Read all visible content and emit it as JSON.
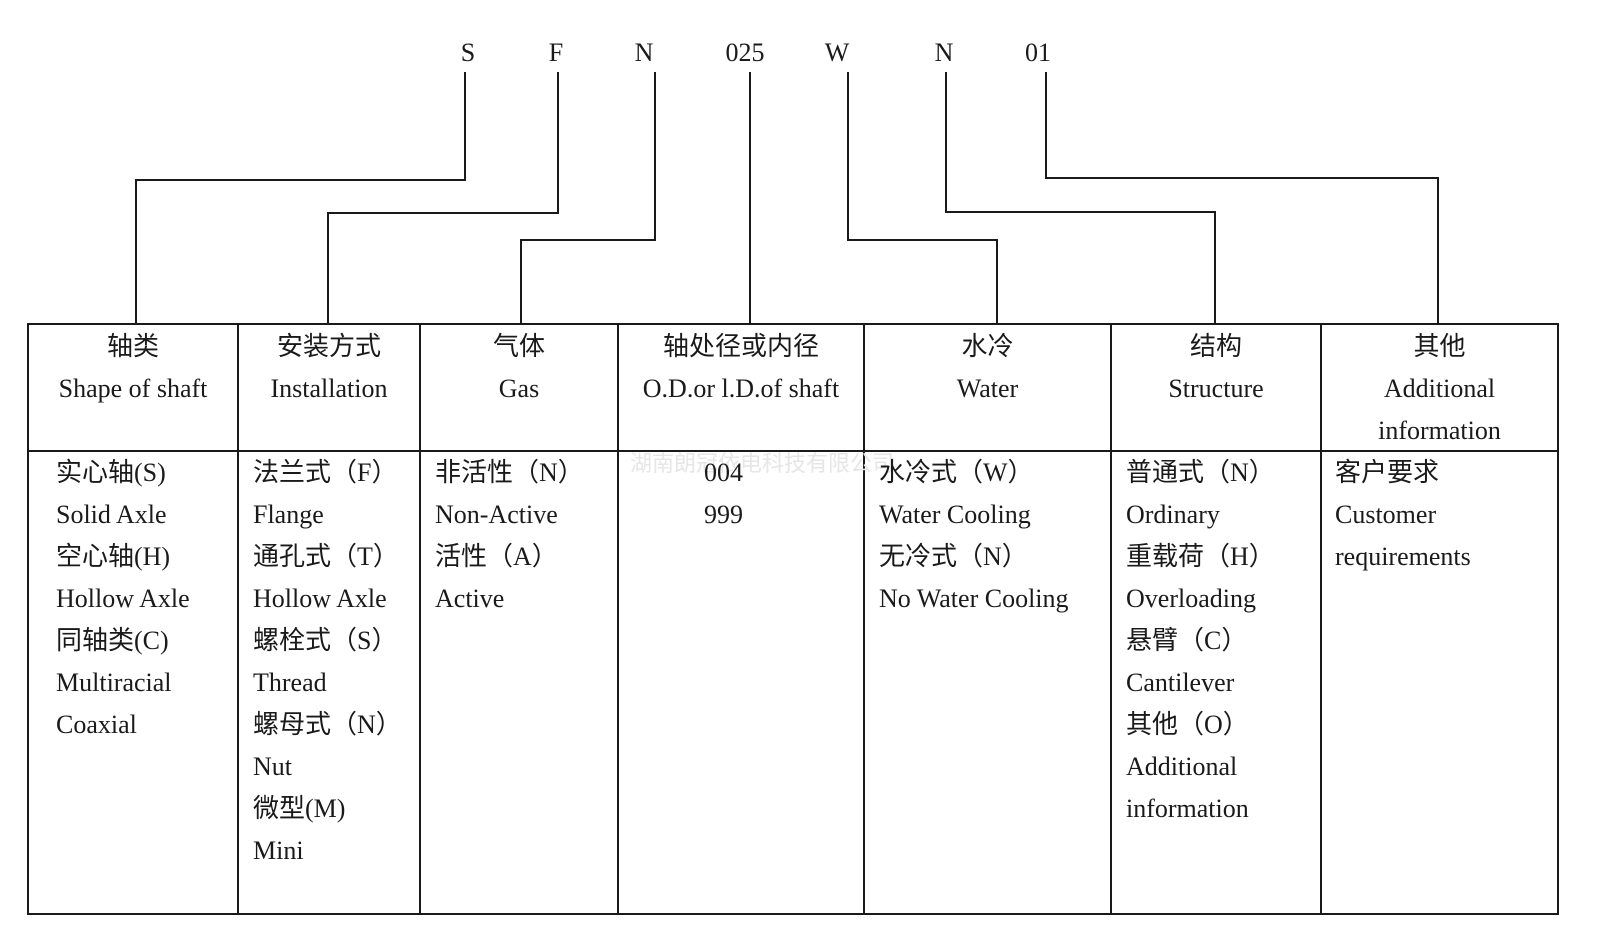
{
  "code_letters": [
    "S",
    "F",
    "N",
    "025",
    "W",
    "N",
    "01"
  ],
  "watermark": "湖南朗冠依电科技有限公司",
  "columns": [
    {
      "title_cn": "轴类",
      "title_en": "Shape of shaft",
      "items": [
        "实心轴(S)",
        "Solid Axle",
        "空心轴(H)",
        "Hollow Axle",
        "同轴类(C)",
        "Multiracial",
        "Coaxial"
      ]
    },
    {
      "title_cn": "安装方式",
      "title_en": "Installation",
      "items": [
        "法兰式（F）",
        "Flange",
        "通孔式（T）",
        "Hollow Axle",
        "螺栓式（S）",
        "Thread",
        "螺母式（N）",
        "Nut",
        "微型(M)",
        "Mini"
      ]
    },
    {
      "title_cn": "气体",
      "title_en": "Gas",
      "items": [
        "非活性（N）",
        "Non-Active",
        "活性（A）",
        "Active"
      ]
    },
    {
      "title_cn": "轴处径或内径",
      "title_en": "O.D.or l.D.of shaft",
      "items": [
        "004",
        "999"
      ]
    },
    {
      "title_cn": "水冷",
      "title_en": "Water",
      "items": [
        "水冷式（W）",
        "Water Cooling",
        "无冷式（N）",
        "No Water Cooling"
      ]
    },
    {
      "title_cn": "结构",
      "title_en": "Structure",
      "items": [
        "普通式（N）",
        "Ordinary",
        "重载荷（H）",
        "Overloading",
        "悬臂（C）",
        "Cantilever",
        "其他（O）",
        "Additional",
        "information"
      ]
    },
    {
      "title_cn": "其他",
      "title_en": "Additional",
      "title_en2": "information",
      "items": [
        "客户要求",
        "Customer",
        "requirements"
      ]
    }
  ]
}
